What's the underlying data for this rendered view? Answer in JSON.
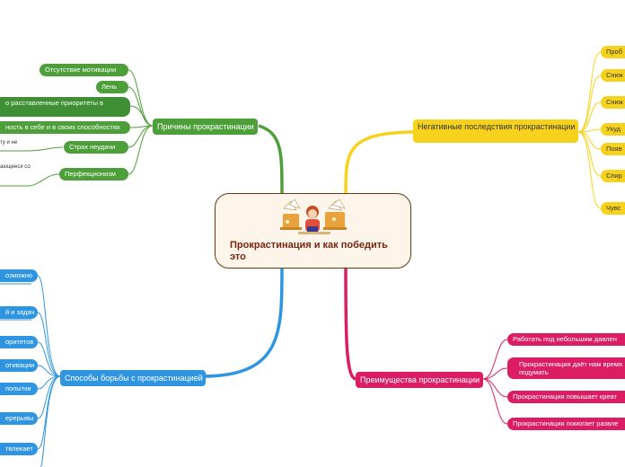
{
  "center": {
    "title": "Прокрастинация и как победить это",
    "illustration_icon": "person-at-laptops-illustration"
  },
  "branches": {
    "causes": {
      "label": "Причины прокрастинации",
      "color": "#4d9f3a",
      "items": [
        "Отсутствие мотивации",
        "Лень",
        "о расставленные приоритеты в",
        "ность в себе и в своих способностях",
        "Страх неудачи",
        "Перфекционизм"
      ],
      "subtexts": [
        "ту и не",
        "ающееся со"
      ]
    },
    "negative": {
      "label": "Негативные последствия прокрастинации",
      "color": "#f7d21c",
      "items": [
        "Проб",
        "Сниж",
        "Сниж",
        "Ухуд",
        "Появ",
        "Спир",
        "Чувс"
      ]
    },
    "methods": {
      "label": "Способы борьбы с прокрастинацией",
      "color": "#2f95e0",
      "items": [
        "озможно",
        "й и задач",
        "оритетов",
        "отивации",
        "попытки",
        "ерерывы",
        "твлекает"
      ]
    },
    "advantages": {
      "label": "Преимущества прокрастинации",
      "color": "#db1e63",
      "items": [
        "Работать под небольшим давлен",
        "Прокрастинация даёт нам время подумать",
        "Прокрастинация повышает креат",
        "Прокрастинация помогает развле"
      ]
    }
  }
}
